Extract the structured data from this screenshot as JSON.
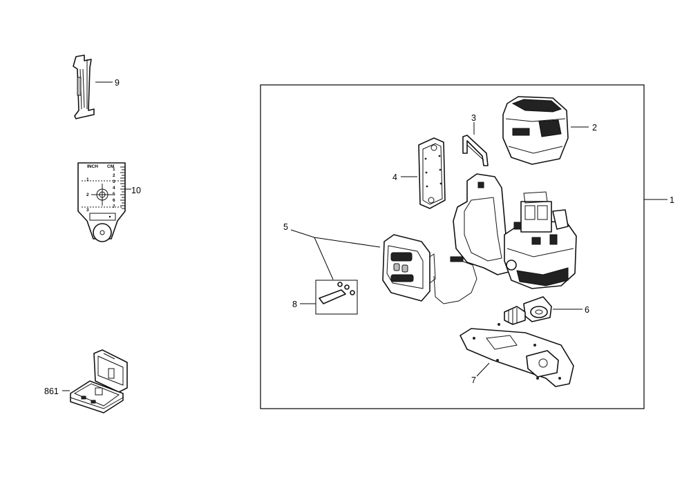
{
  "callouts": {
    "c1": "1",
    "c2": "2",
    "c3": "3",
    "c4": "4",
    "c5": "5",
    "c6": "6",
    "c7": "7",
    "c8": "8",
    "c9": "9",
    "c10": "10",
    "c861": "861"
  },
  "target_card": {
    "left_header": "INCH",
    "right_header": "CM",
    "left_marks": [
      "1",
      "2",
      "3"
    ],
    "right_marks": [
      "1",
      "2",
      "3",
      "4",
      "5",
      "6",
      "7"
    ]
  }
}
